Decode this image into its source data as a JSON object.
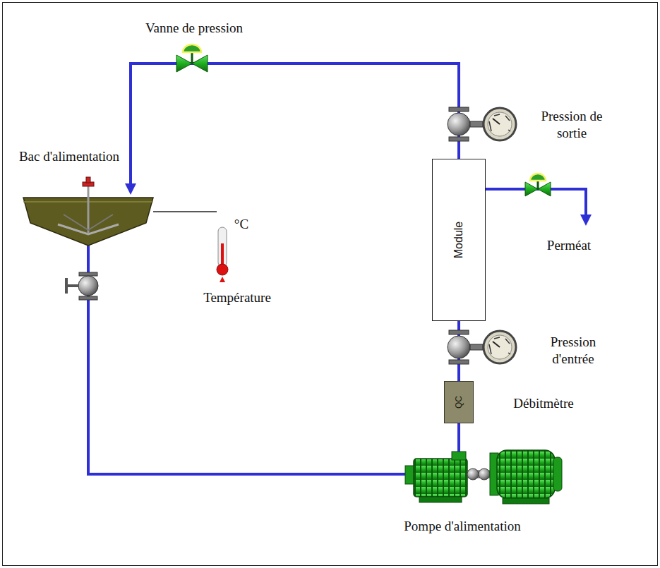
{
  "diagram": {
    "nodes": [
      {
        "text": [
          "Module"
        ]
      },
      {
        "text": [
          "QC"
        ]
      }
    ],
    "edges": [
      {
        "from": 1,
        "to": 0,
        "arrow": "none"
      }
    ],
    "labels": [
      "Vanne de pression",
      "Pression de sortie",
      "Perméat",
      "Bac d'alimentation",
      "°C",
      "Température",
      "Pression d'entrée",
      "Débitmètre",
      "Pompe d'alimentation"
    ]
  }
}
